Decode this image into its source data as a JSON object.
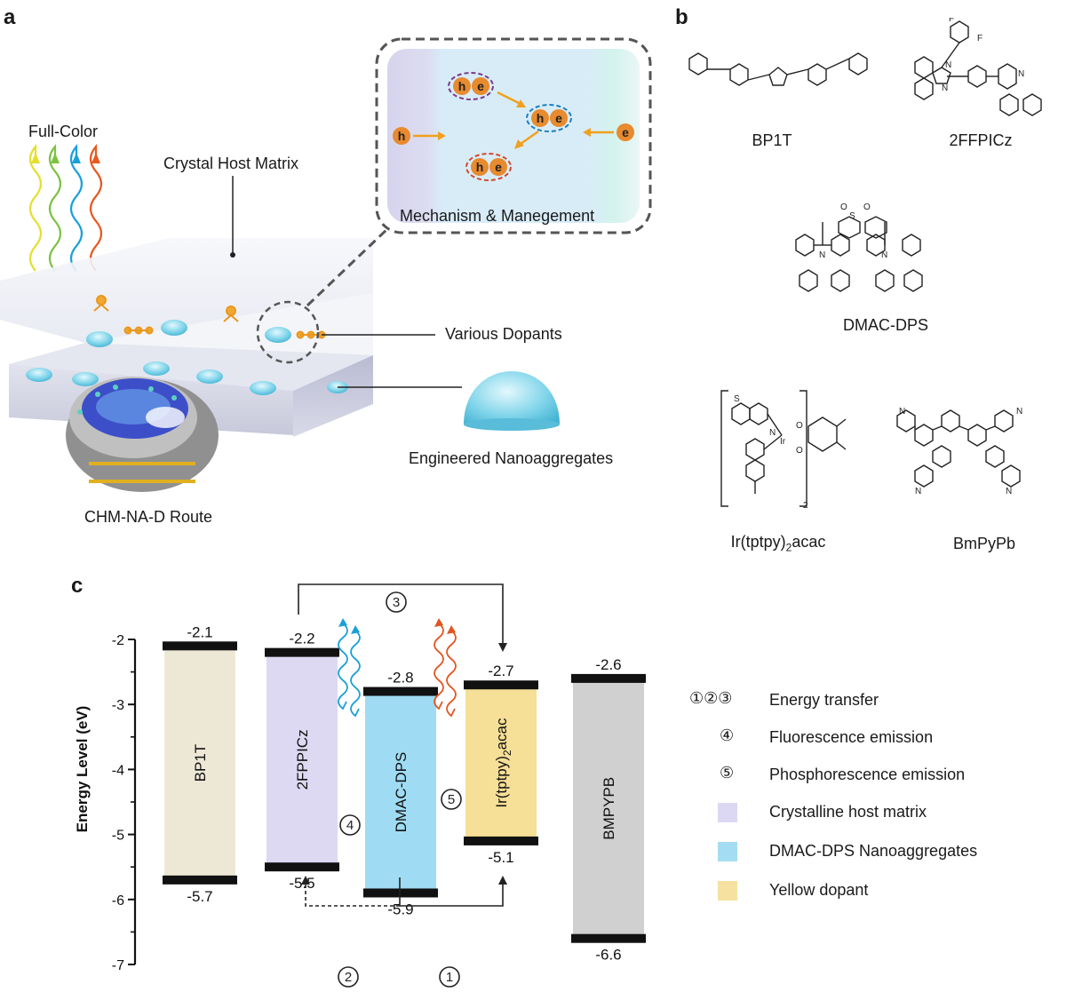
{
  "panels": {
    "a": "a",
    "b": "b",
    "c": "c"
  },
  "panel_a": {
    "full_color": "Full-Color",
    "crystal_host_matrix": "Crystal Host Matrix",
    "mechanism": "Mechanism & Manegement",
    "various_dopants": "Various Dopants",
    "engineered_nanoaggregates": "Engineered Nanoaggregates",
    "route": "CHM-NA-D Route",
    "hole": "h",
    "electron": "e"
  },
  "panel_b": {
    "molecules": [
      {
        "name": "BP1T"
      },
      {
        "name": "2FFPICz",
        "atoms": [
          "F",
          "F",
          "N",
          "N",
          "N"
        ]
      },
      {
        "name": "DMAC-DPS",
        "atoms": [
          "S",
          "O",
          "O",
          "N",
          "N"
        ]
      },
      {
        "name_prefix": "Ir(tptpy)",
        "name_sub": "2",
        "name_suffix": "acac",
        "atoms": [
          "S",
          "N",
          "Ir",
          "O",
          "O"
        ],
        "subscript": "2"
      },
      {
        "name": "BmPyPb",
        "atoms": [
          "N",
          "N",
          "N",
          "N"
        ]
      }
    ]
  },
  "chart_data": {
    "type": "bar",
    "ylabel": "Energy Level  (eV)",
    "ylim": [
      -7,
      -2
    ],
    "yticks": [
      -2,
      -3,
      -4,
      -5,
      -6,
      -7
    ],
    "categories": [
      "BP1T",
      "2FPPICz",
      "DMAC-DPS",
      "Ir(tptpy)2acac",
      "BMPYPB"
    ],
    "bars": [
      {
        "label": "BP1T",
        "lumo": -2.1,
        "homo": -5.7,
        "lumo_label": "-2.1",
        "homo_label": "-5.7",
        "color": "#ede8d6"
      },
      {
        "label": "2FPPICz",
        "lumo": -2.2,
        "homo": -5.5,
        "lumo_label": "-2.2",
        "homo_label": "-5.5",
        "color": "#ddd9f2"
      },
      {
        "label": "DMAC-DPS",
        "lumo": -2.8,
        "homo": -5.9,
        "lumo_label": "-2.8",
        "homo_label": "-5.9",
        "color": "#9fdcf3"
      },
      {
        "label_prefix": "Ir(tptpy)",
        "label_sub": "2",
        "label_suffix": "acac",
        "lumo": -2.7,
        "homo": -5.1,
        "lumo_label": "-2.7",
        "homo_label": "-5.1",
        "color": "#f6df96"
      },
      {
        "label": "BMPYPB",
        "lumo": -2.6,
        "homo": -6.6,
        "lumo_label": "-2.6",
        "homo_label": "-6.6",
        "color": "#d0d0d0"
      }
    ],
    "markers": [
      "1",
      "2",
      "3",
      "4",
      "5"
    ],
    "legend": [
      {
        "symbol": "①②③",
        "text": "Energy transfer"
      },
      {
        "symbol": "④",
        "text": "Fluorescence emission"
      },
      {
        "symbol": "⑤",
        "text": "Phosphorescence emission"
      },
      {
        "swatch": "#dcd8f3",
        "text": "Crystalline host matrix"
      },
      {
        "swatch": "#a4dcf3",
        "text": "DMAC-DPS Nanoaggregates"
      },
      {
        "swatch": "#f6e1a0",
        "text": "Yellow dopant"
      }
    ]
  }
}
